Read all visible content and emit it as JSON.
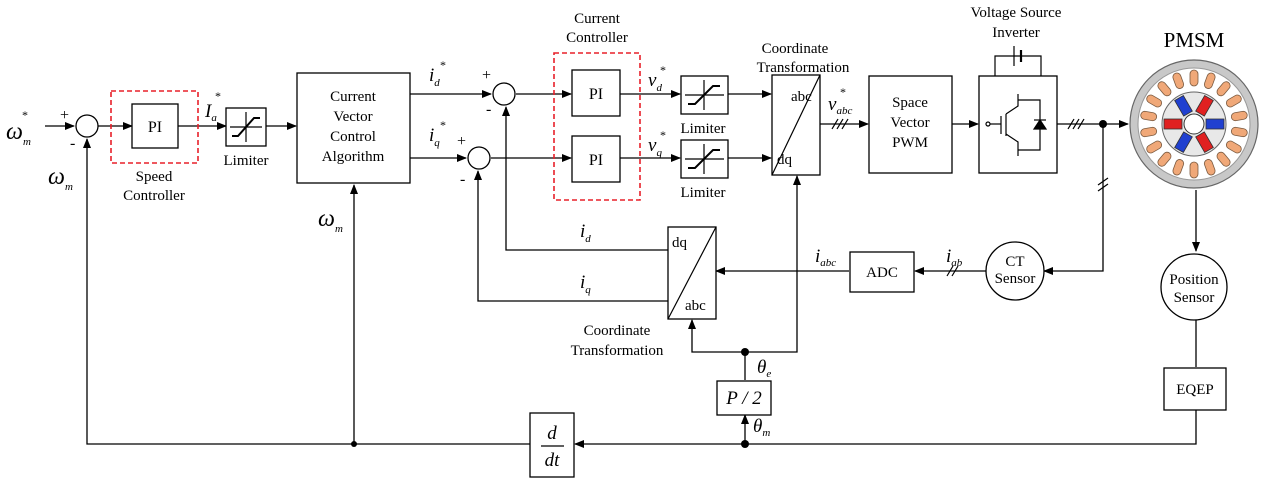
{
  "title": "PMSM",
  "blocks": {
    "speed_pi": "PI",
    "speed_controller": [
      "Speed",
      "Controller"
    ],
    "limiter": "Limiter",
    "current_vector": [
      "Current",
      "Vector",
      "Control",
      "Algorithm"
    ],
    "current_controller": [
      "Current",
      "Controller"
    ],
    "current_pi_d": "PI",
    "current_pi_q": "PI",
    "coord_transform": [
      "Coordinate",
      "Transformation"
    ],
    "abc": "abc",
    "dq": "dq",
    "svpwm": [
      "Space",
      "Vector",
      "PWM"
    ],
    "vsi": [
      "Voltage Source",
      "Inverter"
    ],
    "adc": "ADC",
    "ct_sensor": [
      "CT",
      "Sensor"
    ],
    "position_sensor": [
      "Position",
      "Sensor"
    ],
    "eqep": "EQEP",
    "p_over_2": "P / 2",
    "d": "d",
    "dt": "dt"
  },
  "signals": {
    "omega": "ω",
    "m": "m",
    "star": "*",
    "I": "I",
    "a": "a",
    "i": "i",
    "d": "d",
    "q": "q",
    "v": "v",
    "abc": "abc",
    "ab": "ab",
    "theta": "θ",
    "e": "e"
  },
  "signs": {
    "plus": "+",
    "minus": "-"
  },
  "colors": {
    "line": "#000000",
    "highlight_box": "#e8202a",
    "stator_teeth": "#f0a878",
    "stator_ring": "#c8c8c8",
    "magnet_red": "#e02020",
    "magnet_blue": "#2040d0"
  }
}
